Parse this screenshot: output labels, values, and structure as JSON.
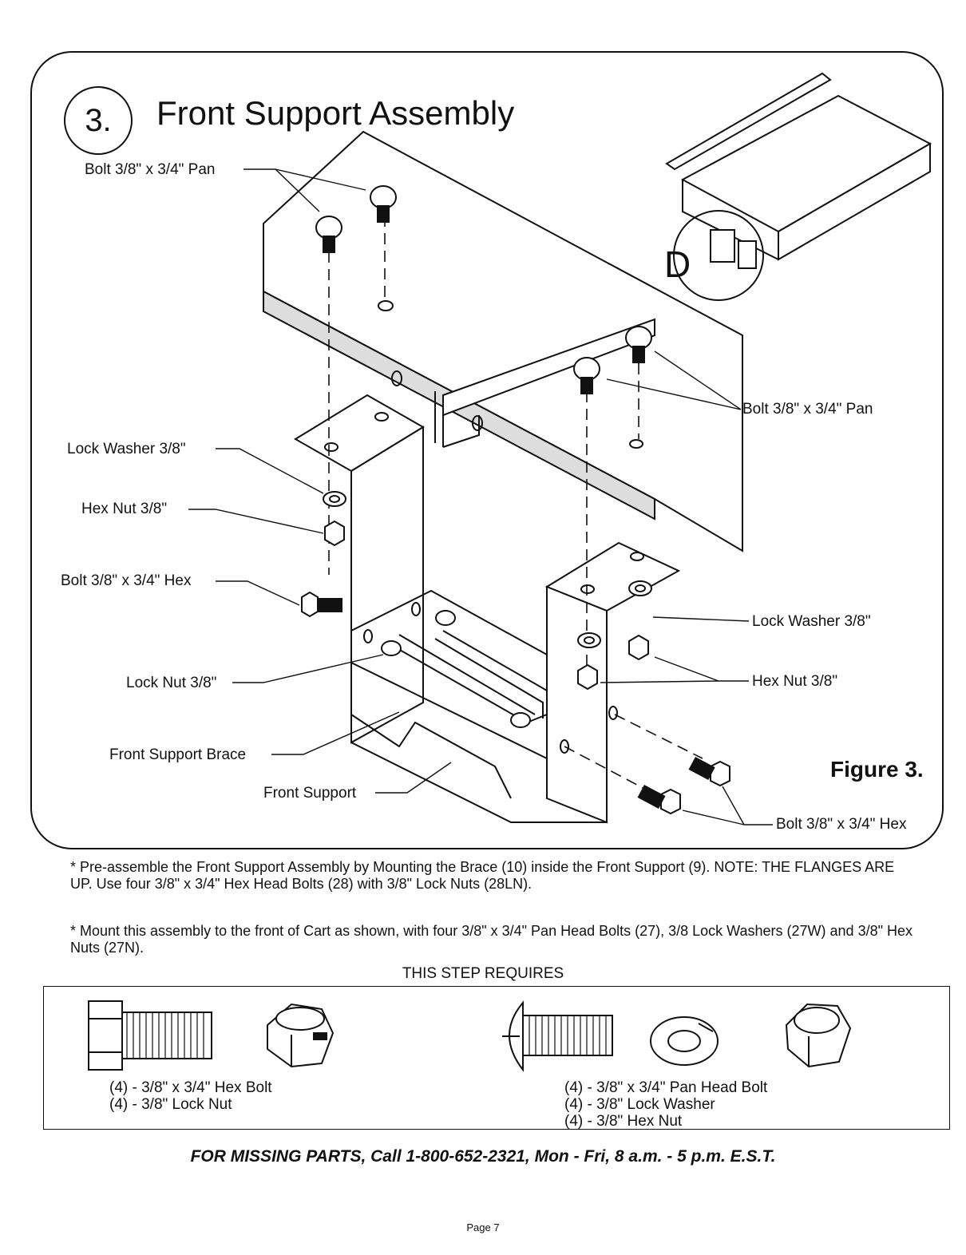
{
  "step": {
    "number": "3.",
    "title": "Front Support Assembly"
  },
  "figure_label": "Figure 3.",
  "inset_label": "D",
  "callouts": {
    "bolt_pan_top": "Bolt 3/8\" x 3/4\" Pan",
    "bolt_pan_right": "Bolt 3/8\" x 3/4\" Pan",
    "lock_washer_left": "Lock Washer 3/8\"",
    "hex_nut_left": "Hex Nut 3/8\"",
    "bolt_hex_left": "Bolt 3/8\" x 3/4\" Hex",
    "lock_washer_right": "Lock Washer 3/8\"",
    "lock_nut": "Lock Nut 3/8\"",
    "hex_nut_right": "Hex Nut 3/8\"",
    "front_support_brace": "Front Support Brace",
    "front_support": "Front Support",
    "bolt_hex_right": "Bolt 3/8\" x 3/4\" Hex"
  },
  "notes": [
    "* Pre-assemble the Front Support Assembly by Mounting the Brace (10) inside the Front Support (9). NOTE: THE FLANGES ARE UP. Use four 3/8\" x 3/4\" Hex Head Bolts (28) with 3/8\" Lock Nuts (28LN).",
    "* Mount this assembly to the front of Cart as shown, with four 3/8\" x 3/4\" Pan Head Bolts (27), 3/8 Lock Washers (27W) and 3/8\" Hex Nuts (27N)."
  ],
  "requirements": {
    "title": "THIS STEP REQUIRES",
    "left": [
      "(4) - 3/8\" x 3/4\" Hex Bolt",
      "(4) - 3/8\" Lock Nut"
    ],
    "right": [
      "(4) - 3/8\" x 3/4\" Pan Head Bolt",
      "(4) - 3/8\" Lock Washer",
      "(4) - 3/8\" Hex Nut"
    ]
  },
  "missing_parts": "FOR MISSING PARTS, Call 1-800-652-2321, Mon - Fri, 8 a.m. - 5 p.m. E.S.T.",
  "page": "Page 7"
}
